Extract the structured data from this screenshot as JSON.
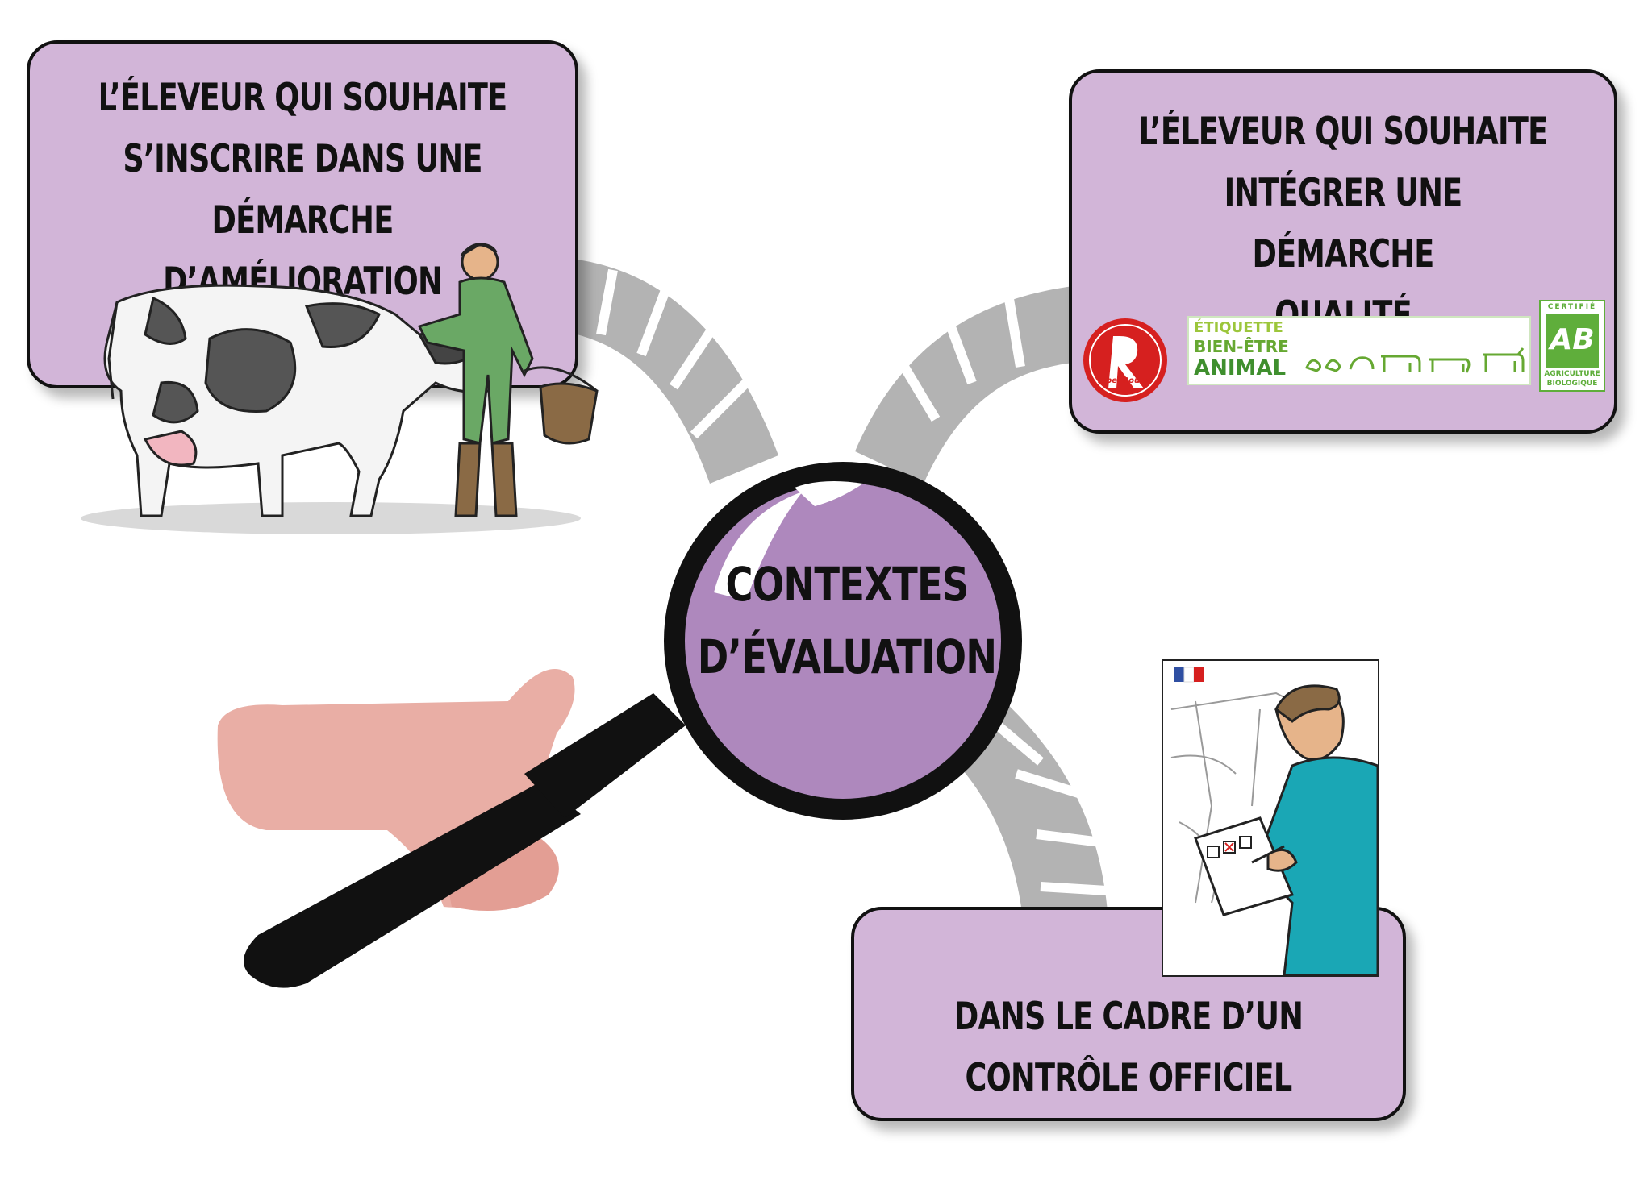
{
  "center": {
    "line1": "CONTEXTES",
    "line2": "D’ÉVALUATION"
  },
  "boxes": {
    "improvement": {
      "line1": "L’ÉLEVEUR QUI SOUHAITE",
      "line2": "S’INSCRIRE DANS UNE DÉMARCHE",
      "line3": "D’AMÉLIORATION"
    },
    "quality": {
      "line1": "L’ÉLEVEUR QUI SOUHAITE",
      "line2": "INTÉGRER UNE DÉMARCHE",
      "line3": "QUALITÉ"
    },
    "official": {
      "line1": "DANS LE CADRE D’UN",
      "line2": "CONTRÔLE OFFICIEL"
    }
  },
  "labels": {
    "label_rouge": "label Rouge",
    "etiquette_line1": "ÉTIQUETTE",
    "etiquette_line2": "BIEN-ÊTRE",
    "etiquette_line3": "ANIMAL",
    "ab_top": "CERTIFIÉ",
    "ab_mark": "AB",
    "ab_line1": "AGRICULTURE",
    "ab_line2": "BIOLOGIQUE"
  },
  "colors": {
    "box_fill": "#d2b5d8",
    "lens_fill": "#ae88bd",
    "arrow_gray": "#b3b3b3",
    "farmer_green": "#6aa865",
    "inspector_teal": "#1aa7b5",
    "hand_pink": "#e9aea5",
    "label_rouge_red": "#d6201f",
    "bio_green": "#5fae3b"
  },
  "icons": [
    "cow-icon",
    "farmer-icon",
    "bucket-icon",
    "hand-icon",
    "magnifier-icon",
    "label-rouge-logo",
    "bien-etre-animal-logo",
    "ab-logo",
    "inspector-icon",
    "french-flag-icon"
  ]
}
